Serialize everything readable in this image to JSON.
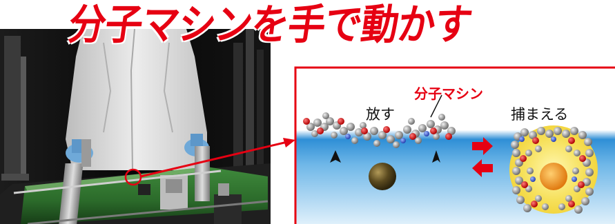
{
  "headline": "分子マシンを手で動かす",
  "labels": {
    "release": "放す",
    "molecular_machine": "分子マシン",
    "capture": "捕まえる"
  },
  "colors": {
    "accent_red": "#e60012",
    "photo_green": "#2f6b2c",
    "water_blue": "#2f8fd6"
  }
}
